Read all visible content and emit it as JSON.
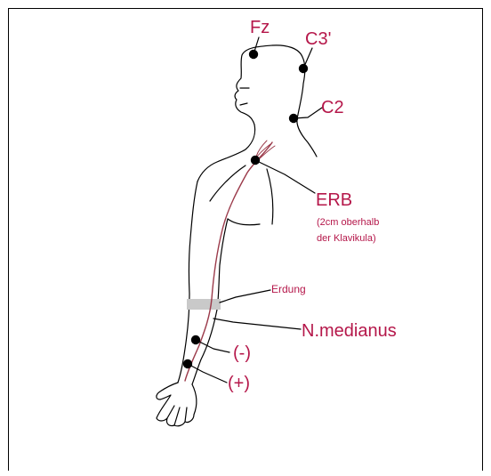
{
  "labels": {
    "fz": "Fz",
    "c3": "C3'",
    "c2": "C2",
    "erb": "ERB",
    "erb_note_line1": "(2cm oberhalb",
    "erb_note_line2": "der Klavikula)",
    "erdung": "Erdung",
    "nerve": "N.medianus",
    "minus": "(-)",
    "plus": "(+)"
  },
  "colors": {
    "label": "#b5174a",
    "outline": "#000000",
    "nerve": "#9b3a4a",
    "electrode": "#000000",
    "ground_band": "#c9c9c9"
  }
}
